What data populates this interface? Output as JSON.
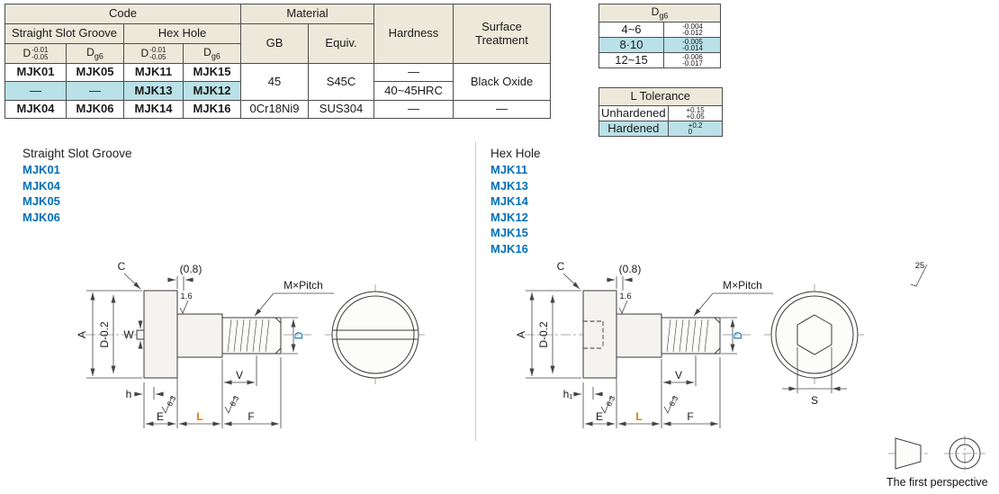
{
  "main_table": {
    "code_header": "Code",
    "material_header": "Material",
    "hardness_header": "Hardness",
    "surface_header": "Surface Treatment",
    "slot_header": "Straight Slot Groove",
    "hex_header": "Hex Hole",
    "gb_header": "GB",
    "equiv_header": "Equiv.",
    "d_sym": "D",
    "d_tol_upper": "-0.01",
    "d_tol_lower": "-0.05",
    "g6_sub": "g6",
    "rows": {
      "r1": {
        "c1": "MJK01",
        "c2": "MJK05",
        "c3": "MJK11",
        "c4": "MJK15",
        "gb": "45",
        "equiv": "S45C",
        "hardness": "—",
        "surface": "Black Oxide"
      },
      "r2": {
        "c1": "—",
        "c2": "—",
        "c3": "MJK13",
        "c4": "MJK12",
        "hardness": "40~45HRC"
      },
      "r3": {
        "c1": "MJK04",
        "c2": "MJK06",
        "c3": "MJK14",
        "c4": "MJK16",
        "gb": "0Cr18Ni9",
        "equiv": "SUS304",
        "hardness": "—",
        "surface": "—"
      }
    }
  },
  "dg6_table": {
    "header_d": "D",
    "header_sub": "g6",
    "rows": [
      {
        "size": "4~6",
        "upper": "-0.004",
        "lower": "-0.012"
      },
      {
        "size": "8·10",
        "upper": "-0.005",
        "lower": "-0.014"
      },
      {
        "size": "12~15",
        "upper": "-0.006",
        "lower": "-0.017"
      }
    ]
  },
  "l_tolerance_table": {
    "header": "L Tolerance",
    "rows": [
      {
        "label": "Unhardened",
        "upper": "+0.15",
        "lower": "+0.05"
      },
      {
        "label": "Hardened",
        "upper": "+0.2",
        "lower": "0"
      }
    ]
  },
  "left_drawing": {
    "title": "Straight Slot Groove",
    "codes": [
      "MJK01",
      "MJK04",
      "MJK05",
      "MJK06"
    ],
    "labels": {
      "c": "C",
      "c08": "(0.8)",
      "r16": "1.6",
      "mpitch": "M×Pitch",
      "a": "A",
      "d02": "D-0.2",
      "w": "W",
      "d": "D",
      "v": "V",
      "h": "h",
      "r63a": "6.3",
      "r63b": "6.3",
      "e": "E",
      "l": "L",
      "f": "F"
    }
  },
  "right_drawing": {
    "title": "Hex Hole",
    "codes": [
      "MJK11",
      "MJK13",
      "MJK14",
      "MJK12",
      "MJK15",
      "MJK16"
    ],
    "labels": {
      "c": "C",
      "c08": "(0.8)",
      "r16": "1.6",
      "mpitch": "M×Pitch",
      "a": "A",
      "d02": "D-0.2",
      "d": "D",
      "v": "V",
      "h1": "h₁",
      "r63a": "6.3",
      "r63b": "6.3",
      "e": "E",
      "l": "L",
      "f": "F",
      "s": "S",
      "angle": "25"
    }
  },
  "footer": {
    "first_perspective": "The first perspective"
  },
  "colors": {
    "accent_blue": "#0070b8",
    "accent_magenta": "#bf0087",
    "accent_orange": "#e07b00",
    "header_beige": "#ece9da",
    "highlight_cyan": "#b9e1e7"
  }
}
